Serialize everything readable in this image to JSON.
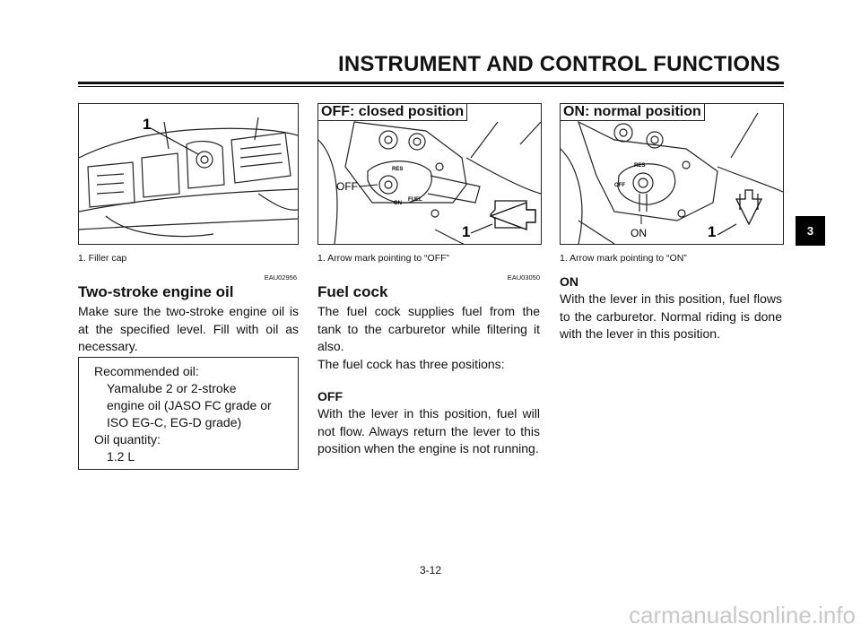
{
  "header": {
    "title": "INSTRUMENT AND CONTROL FUNCTIONS"
  },
  "tab": {
    "label": "3"
  },
  "column1": {
    "figure": {
      "callout": "1"
    },
    "caption": "1.   Filler cap",
    "code": "EAU02956",
    "heading": "Two-stroke engine oil",
    "body": "Make sure the two-stroke engine oil is at the specified level. Fill with oil as necessary.",
    "spec_box": {
      "lines": [
        "Recommended oil:",
        "Yamalube 2 or 2-stroke",
        "engine oil (JASO FC grade or",
        "ISO EG-C, EG-D grade)",
        "Oil quantity:",
        "1.2 L"
      ]
    }
  },
  "column2": {
    "figure": {
      "label": "OFF: closed position",
      "off_text": "OFF",
      "res_text": "RES",
      "fuel_text": "FUEL",
      "on_text": "ON",
      "callout": "1"
    },
    "caption": "1.   Arrow mark pointing to “OFF”",
    "code": "EAU03050",
    "heading": "Fuel cock",
    "body1": "The fuel cock supplies fuel from the tank to the carburetor while filtering it also.",
    "body2": "The fuel cock has three positions:",
    "subhead": "OFF",
    "body3": "With the lever in this position, fuel will not flow. Always return the lever to this position when the engine is not running."
  },
  "column3": {
    "figure": {
      "label": "ON: normal position",
      "on_text": "ON",
      "res_text": "RES",
      "off_text": "OFF",
      "callout": "1"
    },
    "caption": "1.   Arrow mark pointing to “ON”",
    "subhead": "ON",
    "body": "With the lever in this position, fuel flows to the carburetor. Normal riding is done with the lever in this position."
  },
  "footer": {
    "page_number": "3-12"
  },
  "watermark": "carmanualsonline.info"
}
